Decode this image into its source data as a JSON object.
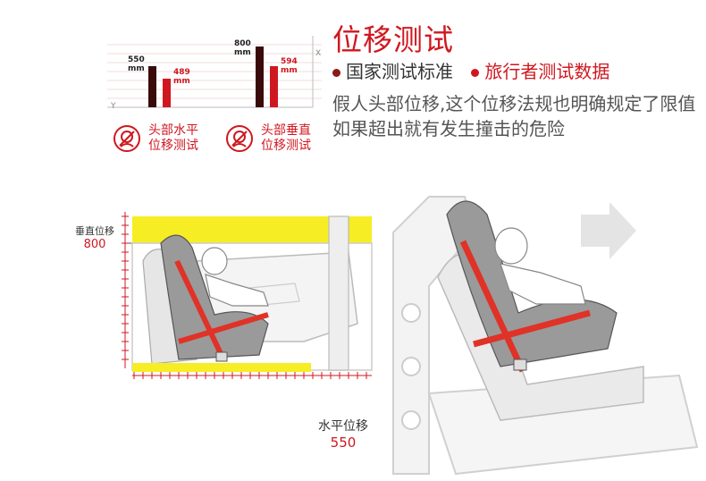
{
  "title": "位移测试",
  "legend": {
    "national": "国家测试标准",
    "traveler": "旅行者测试数据",
    "national_color": "#8b1a1a",
    "traveler_color": "#d0171f"
  },
  "description": "假人头部位移,这个位移法规也明确规定了限值如果超出就有发生撞击的危险",
  "mini_chart": {
    "axis_x": "X",
    "axis_y": "Y",
    "horizontal": {
      "standard": "550 mm",
      "measured": "489 mm"
    },
    "vertical": {
      "standard": "800 mm",
      "measured": "594 mm"
    }
  },
  "badges": {
    "horizontal": "头部水平位移测试",
    "vertical": "头部垂直位移测试"
  },
  "diagram": {
    "vertical_label": "垂直位移",
    "vertical_value": "800",
    "horizontal_label": "水平位移",
    "horizontal_value": "550"
  }
}
